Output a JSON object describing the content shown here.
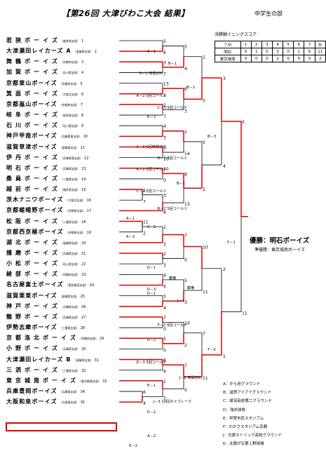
{
  "title": "【第26回 大津びわこ大会 結果】",
  "division": "中学生の部",
  "score_table": {
    "caption": "決勝戦イニングスコア",
    "header": [
      "ＴＭ",
      "1",
      "2",
      "3",
      "4",
      "5",
      "6",
      "7",
      "計"
    ],
    "rows": [
      [
        "明石",
        "0",
        "1",
        "0",
        "3",
        "0",
        "1",
        "6",
        "11"
      ],
      [
        "東京城南",
        "0",
        "0",
        "0",
        "2",
        "0",
        "0",
        "0",
        "2"
      ]
    ]
  },
  "teams": [
    {
      "name": "若 狭 ボ ー イ ズ",
      "branch": "（福井県支部）",
      "seed": "1"
    },
    {
      "name": "大津瀬田レイカーズ A",
      "branch": "（滋賀県支部）",
      "seed": "2"
    },
    {
      "name": "舞 鶴 ボ ー イ ズ",
      "branch": "（京都府支部）",
      "seed": "3"
    },
    {
      "name": "加 賀 ボ ー イ ズ",
      "branch": "（石川県支部）",
      "seed": "4"
    },
    {
      "name": "京都東山ボーイズ",
      "branch": "（京都府支部）",
      "seed": "5"
    },
    {
      "name": "箕 面 ボ ー イ ズ",
      "branch": "（大阪北支部）",
      "seed": "6"
    },
    {
      "name": "京都嵐山ボーイズ",
      "branch": "（京都府支部）",
      "seed": "7"
    },
    {
      "name": "岐 阜 ボ ー イ ズ",
      "branch": "（岐阜県支部）",
      "seed": "8"
    },
    {
      "name": "石 川 ボ ー イ ズ",
      "branch": "（石川県支部）",
      "seed": "9"
    },
    {
      "name": "神戸甲南ボーイズ",
      "branch": "（兵庫県東支部）",
      "seed": "10"
    },
    {
      "name": "滋賀草津ボーイズ",
      "branch": "（滋賀県支部）",
      "seed": "11"
    },
    {
      "name": "伊 丹 ボ ー イ ズ",
      "branch": "（兵庫県東支部）",
      "seed": "12"
    },
    {
      "name": "明 石 ボ ー イ ズ",
      "branch": "（兵庫県支部）",
      "seed": "13"
    },
    {
      "name": "桑 員 ボ ー イ ズ",
      "branch": "（三重県支部）",
      "seed": "14"
    },
    {
      "name": "越 前 ボ ー イ ズ",
      "branch": "（福井県支部）",
      "seed": "15"
    },
    {
      "name": "茨木ナニワボーイズ",
      "branch": "（大阪北支部）",
      "seed": "16"
    },
    {
      "name": "京都嵯峨野ボーイズ",
      "branch": "（京都府支部）",
      "seed": "17"
    },
    {
      "name": "松 阪 ボ ー イ ズ",
      "branch": "（三重県支部）",
      "seed": "18"
    },
    {
      "name": "京都西京極ボーイズ",
      "branch": "（京都府支部）",
      "seed": "19"
    },
    {
      "name": "湖 北 ボ ー イ ズ",
      "branch": "（滋賀県支部）",
      "seed": "20"
    },
    {
      "name": "播 磨 ボ ー イ ズ",
      "branch": "（兵庫県支部）",
      "seed": "21"
    },
    {
      "name": "小 松 ボ ー イ ズ",
      "branch": "（石川県支部）",
      "seed": "22"
    },
    {
      "name": "綾 部 ボ ー イ ズ",
      "branch": "（京都府支部）",
      "seed": "23"
    },
    {
      "name": "名古屋富士ボーイズ",
      "branch": "（愛知県西支部）",
      "seed": "24"
    },
    {
      "name": "滋賀栗東ボーイズ",
      "branch": "（滋賀県支部）",
      "seed": "25"
    },
    {
      "name": "神 戸 ボ ー イ ズ",
      "branch": "（兵庫県支部）",
      "seed": "26"
    },
    {
      "name": "龍 野 ボ ー イ ズ",
      "branch": "（兵庫県支部）",
      "seed": "27"
    },
    {
      "name": "伊勢志摩ボーイズ",
      "branch": "（三重県支部）",
      "seed": "28"
    },
    {
      "name": "京 都 洛 北 ボ ー イ ズ",
      "branch": "（京都府支部）",
      "seed": "29"
    },
    {
      "name": "小 野 ボ ー イ ズ",
      "branch": "（兵庫県支部）",
      "seed": "30"
    },
    {
      "name": "大津瀬田レイカーズ B",
      "branch": "（滋賀県支部）",
      "seed": "31"
    },
    {
      "name": "三 泗 ボ ー イ ズ",
      "branch": "（三重県支部）",
      "seed": "32"
    },
    {
      "name": "東 京 城 南 ボ ー イ ズ",
      "branch": "（東京都東支部）",
      "seed": "33"
    },
    {
      "name": "兵庫豊岡ボーイズ",
      "branch": "（兵庫県支部）",
      "seed": "34"
    },
    {
      "name": "大阪和泉ボーイズ",
      "branch": "（大阪南支部）",
      "seed": "35"
    }
  ],
  "game_labels": [
    "A－1",
    "K－1 時間切れ",
    "A－2 5回コールド",
    "K－3",
    "A－3 6回時間切れ",
    "K－2 5回コールド",
    "C－1 5回コールド",
    "A－1",
    "C－2",
    "B－1",
    "C－3 5回コールド",
    "B－3 4回コールド",
    "B－2 5回コールド",
    "B－2",
    "B－1",
    "B－3",
    "A－3",
    "D－1",
    "D－3",
    "D－1",
    "D－2",
    "D－3 5回コールド",
    "E－1",
    "D－2",
    "E－2",
    "A－2",
    "棄権",
    "J－1",
    "F－2 4回コールド",
    "J－3 10回タイブレーク",
    "棄権",
    "J－2 時間切れ",
    "F－3",
    "F－1",
    "5回コールド"
  ],
  "scores": [
    "5",
    "6",
    "3",
    "7",
    "13",
    "2",
    "2",
    "7",
    "4",
    "3",
    "1",
    "10",
    "10",
    "0",
    "1",
    "7",
    "3",
    "8",
    "5",
    "4",
    "6",
    "3",
    "1",
    "14",
    "8",
    "13",
    "1",
    "0",
    "5",
    "2",
    "3",
    "4",
    "11",
    "2",
    "1",
    "2",
    "2",
    "3",
    "4",
    "6",
    "5",
    "4",
    "7",
    "0",
    "5",
    "0",
    "8",
    "6",
    "6",
    "4",
    "1",
    "5",
    "7",
    "0",
    "5",
    "3",
    "14",
    "2",
    "7",
    "0",
    "10",
    "11",
    "7",
    "11",
    "2",
    "1",
    "0",
    "11"
  ],
  "result": {
    "champion": "優勝：明石ボーイズ",
    "runner_up": "準優勝：東京城南ボーイズ"
  },
  "legend": [
    "A：から池グラウンド",
    "B：滋賀アイアイグラウンド",
    "C：綾羽高校第二グラウンド",
    "D：浅井球場",
    "E：甲賀市民スタジアム",
    "F：わかさスタジアム京都",
    "J：光泉カトリック高校グラウンド",
    "K：太陽が丘第１野球場"
  ],
  "colors": {
    "winner_line": "#e00000",
    "line": "#000000",
    "highlight": "#e00000"
  }
}
